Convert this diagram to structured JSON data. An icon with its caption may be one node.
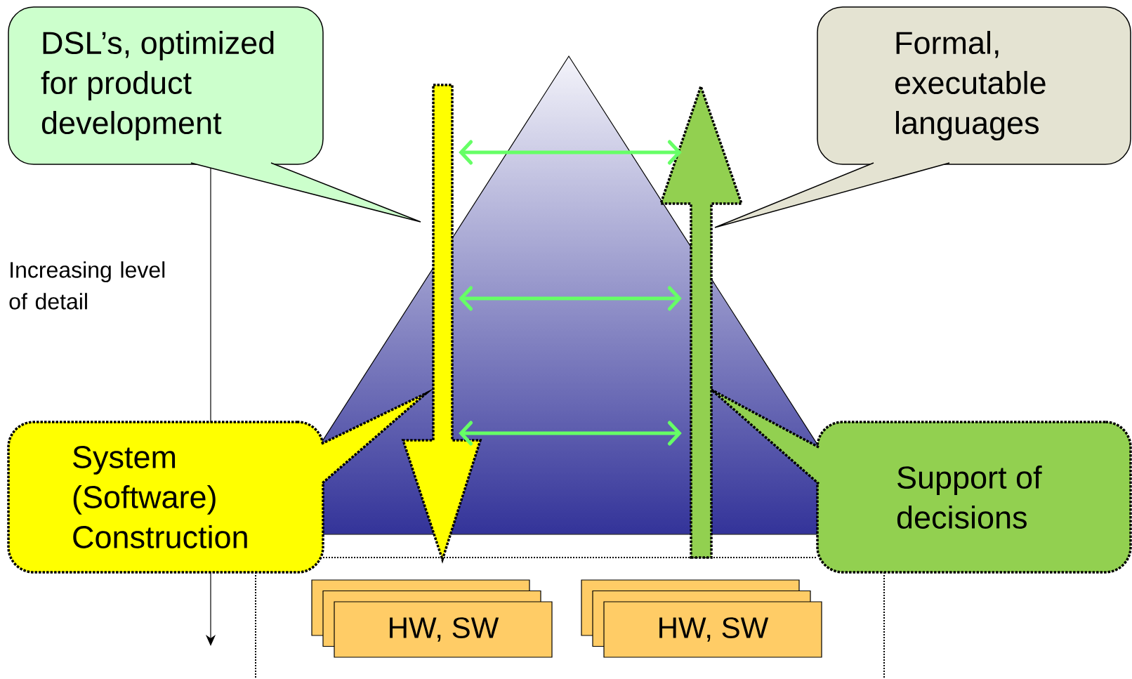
{
  "diagram": {
    "nodes": [
      {
        "text": [
          "DSL’s, optimized for product development"
        ]
      },
      {
        "text": [
          "Formal, executable languages"
        ]
      },
      {
        "text": [
          "System (Software) Construction"
        ]
      },
      {
        "text": [
          "Support of decisions"
        ]
      },
      {
        "text": [
          "HW, SW"
        ]
      },
      {
        "text": [
          "HW, SW"
        ]
      },
      {
        "text": [],
        "shape": "arrow"
      },
      {
        "text": [],
        "shape": "arrow"
      }
    ],
    "edges": [
      {
        "from": 6,
        "to": 7,
        "arrow": "both"
      },
      {
        "from": 6,
        "to": 7,
        "arrow": "both"
      },
      {
        "from": 6,
        "to": 7,
        "arrow": "both"
      }
    ],
    "labels": [
      "Increasing level of detail"
    ]
  }
}
